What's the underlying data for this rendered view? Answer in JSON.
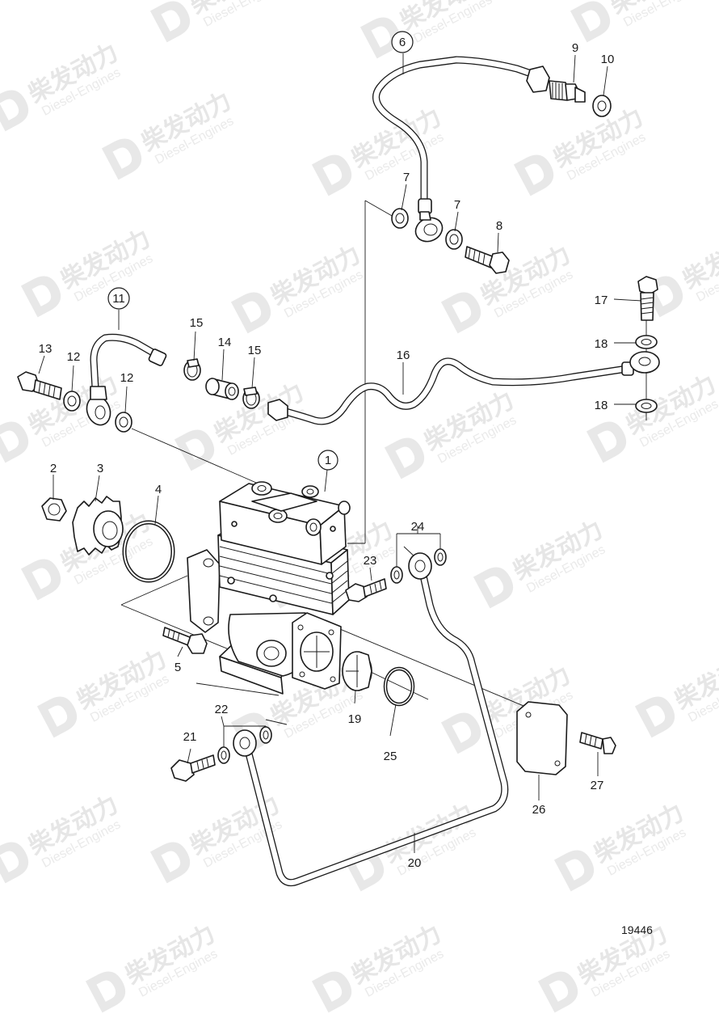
{
  "watermark": {
    "brand": "柴发动力",
    "sub": "Diesel-Engines"
  },
  "figure_number": "19446",
  "callouts": {
    "c1": "1",
    "c2": "2",
    "c3": "3",
    "c4": "4",
    "c5": "5",
    "c6": "6",
    "c7a": "7",
    "c7b": "7",
    "c8": "8",
    "c9": "9",
    "c10": "10",
    "c11": "11",
    "c12a": "12",
    "c12b": "12",
    "c13": "13",
    "c14": "14",
    "c15a": "15",
    "c15b": "15",
    "c16": "16",
    "c17": "17",
    "c18a": "18",
    "c18b": "18",
    "c19": "19",
    "c20": "20",
    "c21": "21",
    "c22": "22",
    "c23": "23",
    "c24": "24",
    "c25": "25",
    "c26": "26",
    "c27": "27"
  }
}
